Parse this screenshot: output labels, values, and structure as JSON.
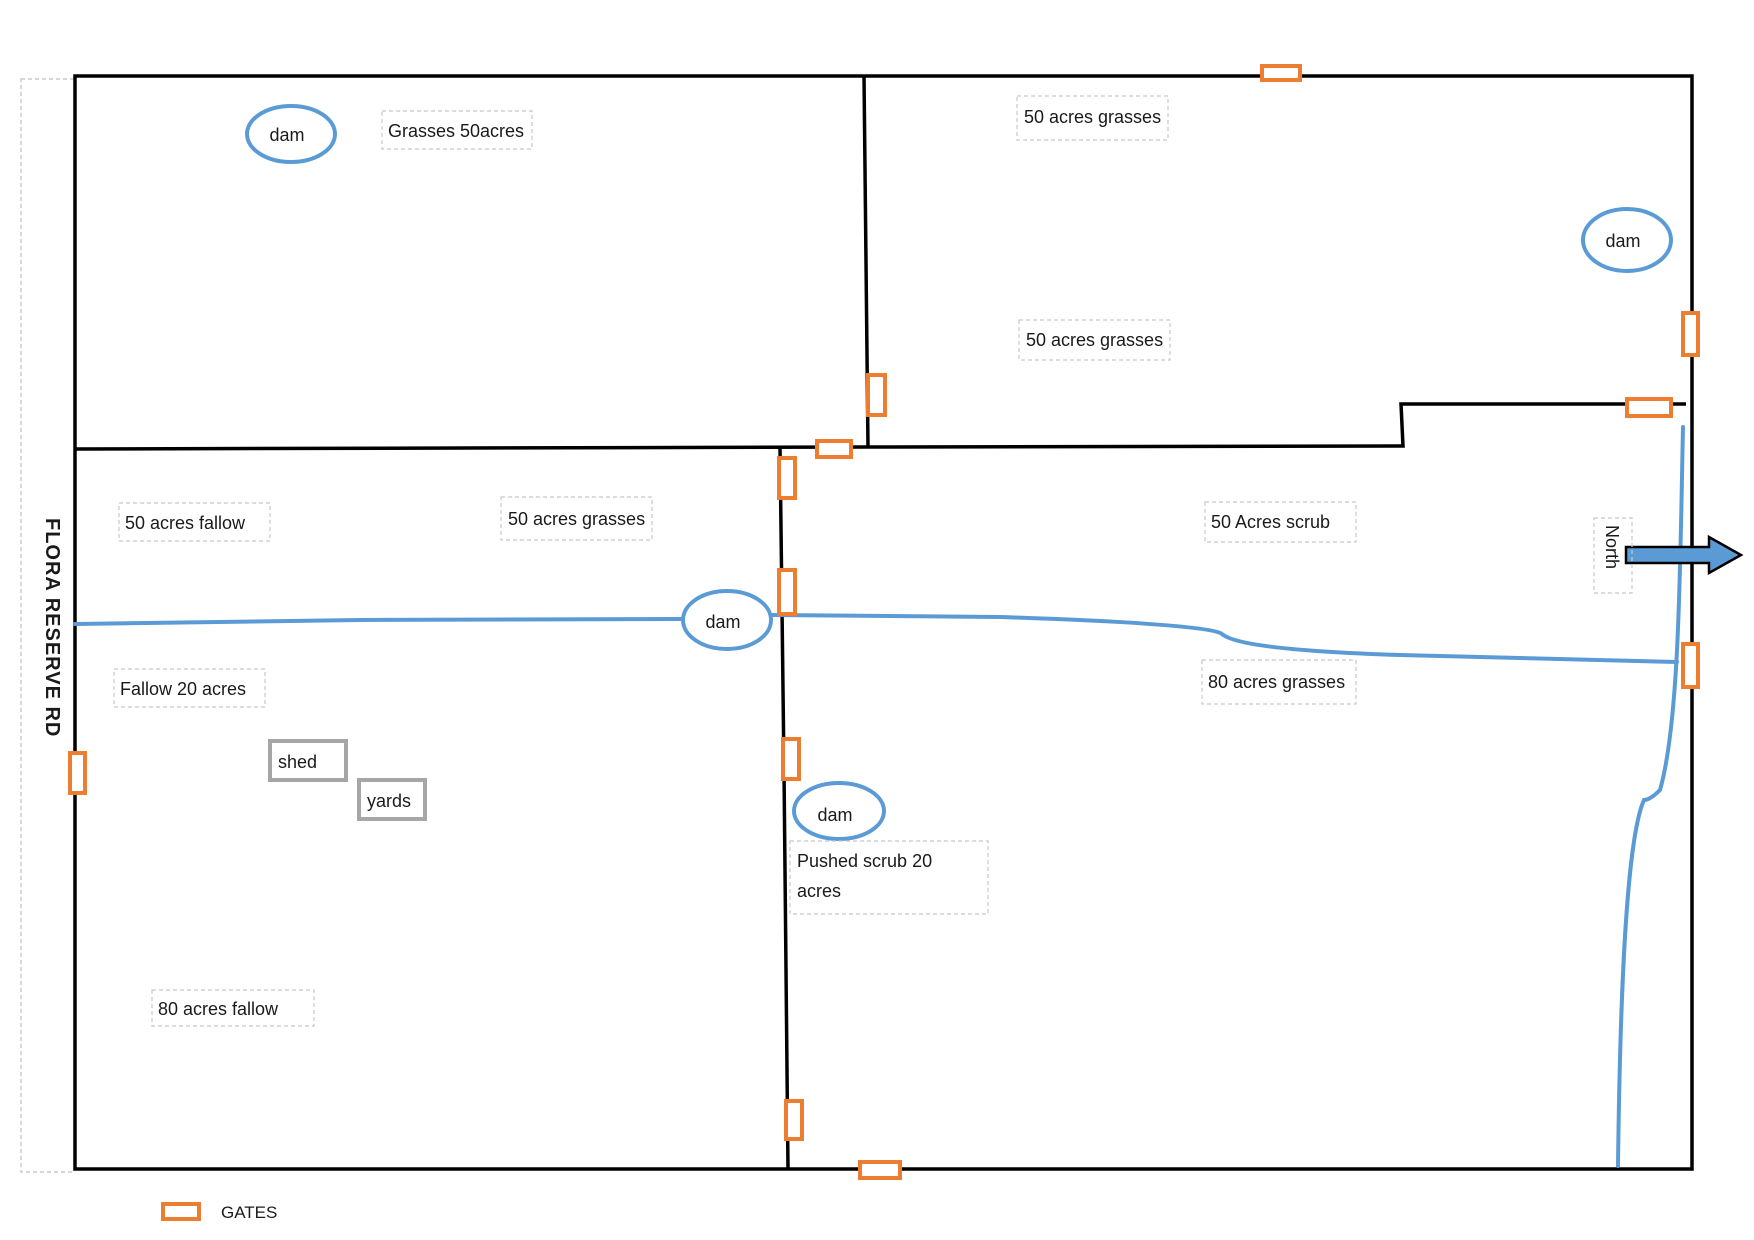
{
  "road": {
    "label": "FLORA RESERVE  RD"
  },
  "paddock_labels": [
    "Grasses 50acres",
    "50 acres grasses",
    "50 acres grasses",
    "50 acres fallow",
    "50 acres grasses",
    "50 Acres scrub",
    "Fallow 20 acres",
    "80 acres grasses",
    "80 acres fallow"
  ],
  "pushed_scrub": {
    "line1": "Pushed scrub 20",
    "line2": "acres"
  },
  "dams": [
    "dam",
    "dam",
    "dam",
    "dam"
  ],
  "buildings": [
    "shed",
    "yards"
  ],
  "north": {
    "label": "North"
  },
  "legend": {
    "gates_label": "GATES"
  },
  "colors": {
    "fence": "#000000",
    "water": "#5b9bd5",
    "gate": "#ed7d31",
    "building": "#a6a6a6",
    "label_border": "#c8c8c8"
  }
}
